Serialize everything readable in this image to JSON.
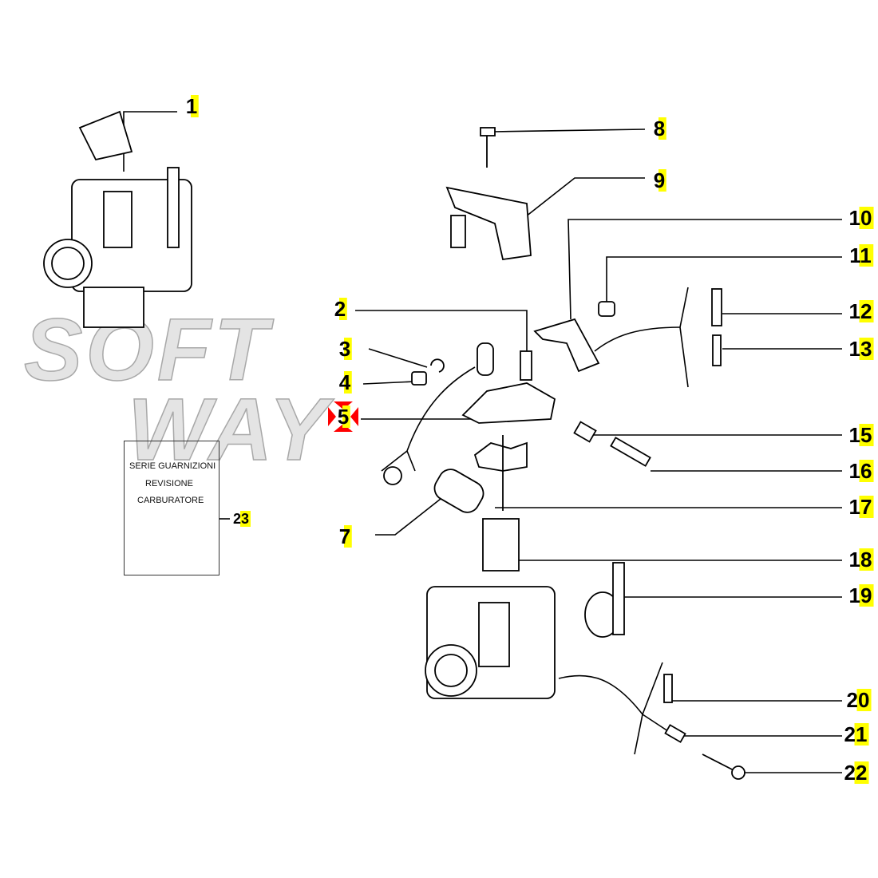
{
  "watermark": {
    "line1": "SOFT",
    "line2": "WAY"
  },
  "kit_box": {
    "line1": "SERIE GUARNIZIONI",
    "line2": "REVISIONE",
    "line3": "CARBURATORE"
  },
  "callouts": [
    "1",
    "2",
    "3",
    "4",
    "5",
    "7",
    "8",
    "9",
    "10",
    "11",
    "12",
    "13",
    "15",
    "16",
    "17",
    "18",
    "19",
    "20",
    "21",
    "22",
    "23"
  ],
  "selected_callout": "5",
  "colors": {
    "highlight": "#ffff00",
    "selection": "#ff0000",
    "watermark": "#b8b8b8"
  }
}
